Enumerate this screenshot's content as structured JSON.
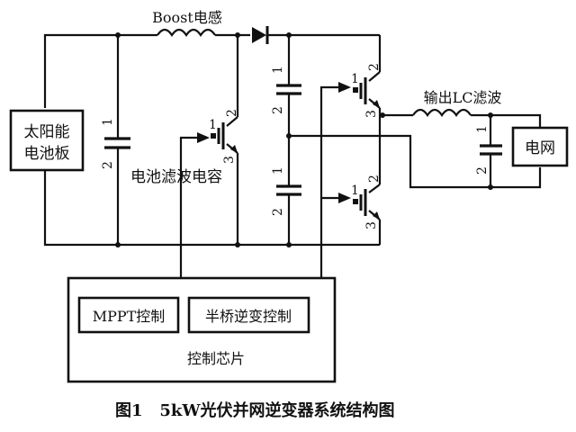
{
  "diagram": {
    "caption": "图1   5kW光伏并网逆变器系统结构图",
    "labels": {
      "solar_panel_line1": "太阳能",
      "solar_panel_line2": "电池板",
      "boost_inductor": "Boost电感",
      "battery_filter_cap": "电池滤波电容",
      "output_lc_filter": "输出LC滤波",
      "grid": "电网",
      "mppt_control": "MPPT控制",
      "half_bridge_control": "半桥逆变控制",
      "control_chip": "控制芯片"
    },
    "pin_labels": {
      "one": "1",
      "two": "2",
      "three": "3"
    }
  }
}
